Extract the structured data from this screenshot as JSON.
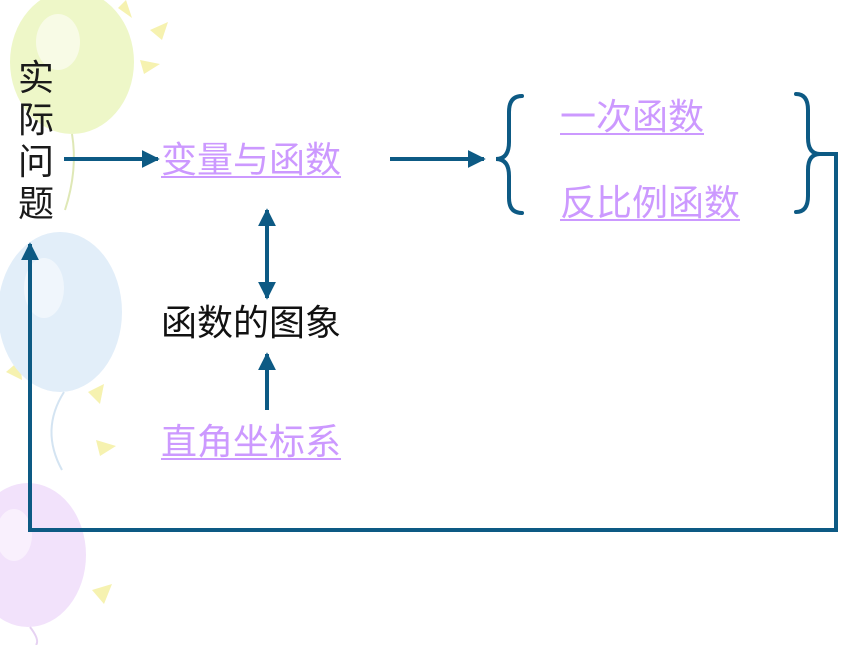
{
  "diagram": {
    "left_label": "实际问题",
    "center_top": "变量与函数",
    "branch_1": "一次函数",
    "branch_2": "反比例函数",
    "center_mid": "函数的图象",
    "center_bottom": "直角坐标系"
  },
  "colors": {
    "arrow": "#0d5a84",
    "link_text": "#cc99ff",
    "plain_text": "#111111",
    "balloon_green": "#eef7c8",
    "balloon_blue": "#e2eef9",
    "balloon_purple": "#f2e2fb"
  }
}
